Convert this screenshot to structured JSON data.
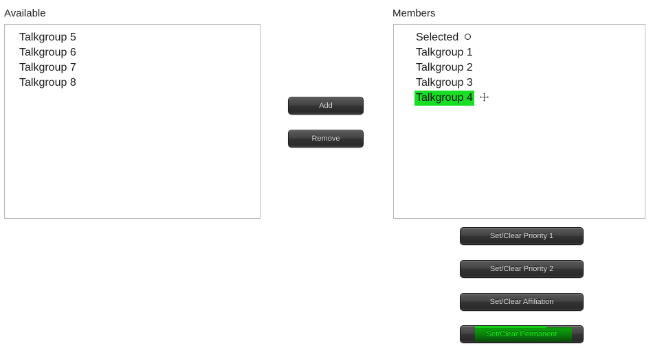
{
  "background_color": "#ffffff",
  "accent_green": "#17e024",
  "button_text_color": "#dcdcdc",
  "available": {
    "label": "Available",
    "items": [
      {
        "label": "Talkgroup 5"
      },
      {
        "label": "Talkgroup 6"
      },
      {
        "label": "Talkgroup 7"
      },
      {
        "label": "Talkgroup 8"
      }
    ]
  },
  "members": {
    "label": "Members",
    "items": [
      {
        "label": "Selected",
        "marker": "circle-marker",
        "selected": false
      },
      {
        "label": "Talkgroup 1",
        "selected": false
      },
      {
        "label": "Talkgroup 2",
        "selected": false
      },
      {
        "label": "Talkgroup 3",
        "selected": false
      },
      {
        "label": "Talkgroup 4",
        "selected": true,
        "marker": "move-cursor-icon"
      }
    ]
  },
  "transfer": {
    "add_label": "Add",
    "remove_label": "Remove"
  },
  "actions": {
    "priority1_label": "Set/Clear Priority 1",
    "priority2_label": "Set/Clear Priority 2",
    "affiliation_label": "Set/Clear Affiliation",
    "permanent_label": "Set/Clear Permanent",
    "permanent_highlighted": true
  }
}
